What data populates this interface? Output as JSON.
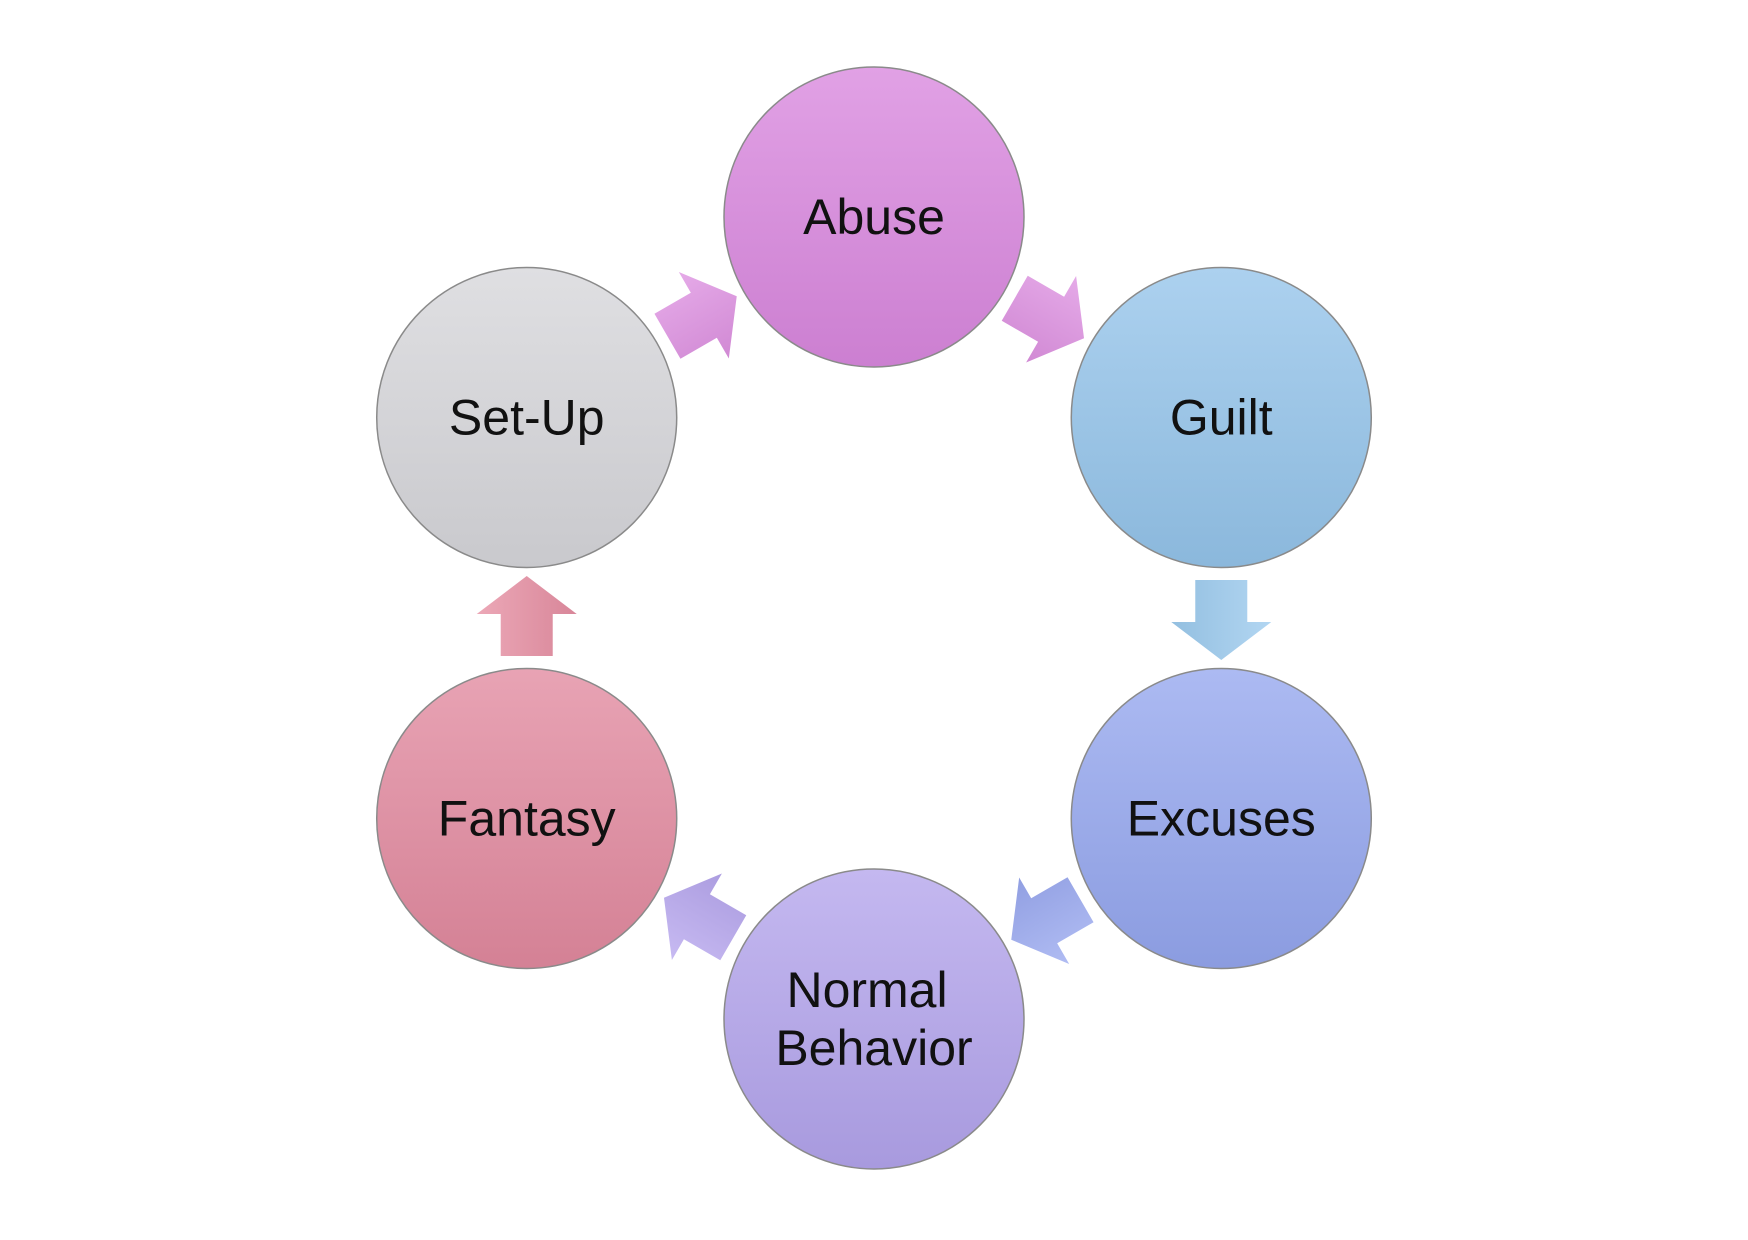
{
  "diagram": {
    "type": "cycle",
    "nodes": [
      {
        "id": "abuse",
        "lines": [
          "Abuse"
        ],
        "color": "#d987de"
      },
      {
        "id": "guilt",
        "lines": [
          "Guilt"
        ],
        "color": "#94c4ea"
      },
      {
        "id": "excuses",
        "lines": [
          "Excuses"
        ],
        "color": "#94a6ee"
      },
      {
        "id": "normal",
        "lines": [
          "Normal",
          "Behavior"
        ],
        "color": "#b3a4ec"
      },
      {
        "id": "fantasy",
        "lines": [
          "Fantasy"
        ],
        "color": "#e2899f"
      },
      {
        "id": "setup",
        "lines": [
          "Set-Up"
        ],
        "color": "#d6d6da"
      }
    ],
    "arrows": [
      {
        "from": "abuse",
        "to": "guilt",
        "color": "#de92e2"
      },
      {
        "from": "guilt",
        "to": "excuses",
        "color": "#9ccbee"
      },
      {
        "from": "excuses",
        "to": "normal",
        "color": "#9aa9f0"
      },
      {
        "from": "normal",
        "to": "fantasy",
        "color": "#b7a7ee"
      },
      {
        "from": "fantasy",
        "to": "setup",
        "color": "#e68fa3"
      },
      {
        "from": "setup",
        "to": "abuse",
        "color": "#de92e2"
      }
    ]
  }
}
